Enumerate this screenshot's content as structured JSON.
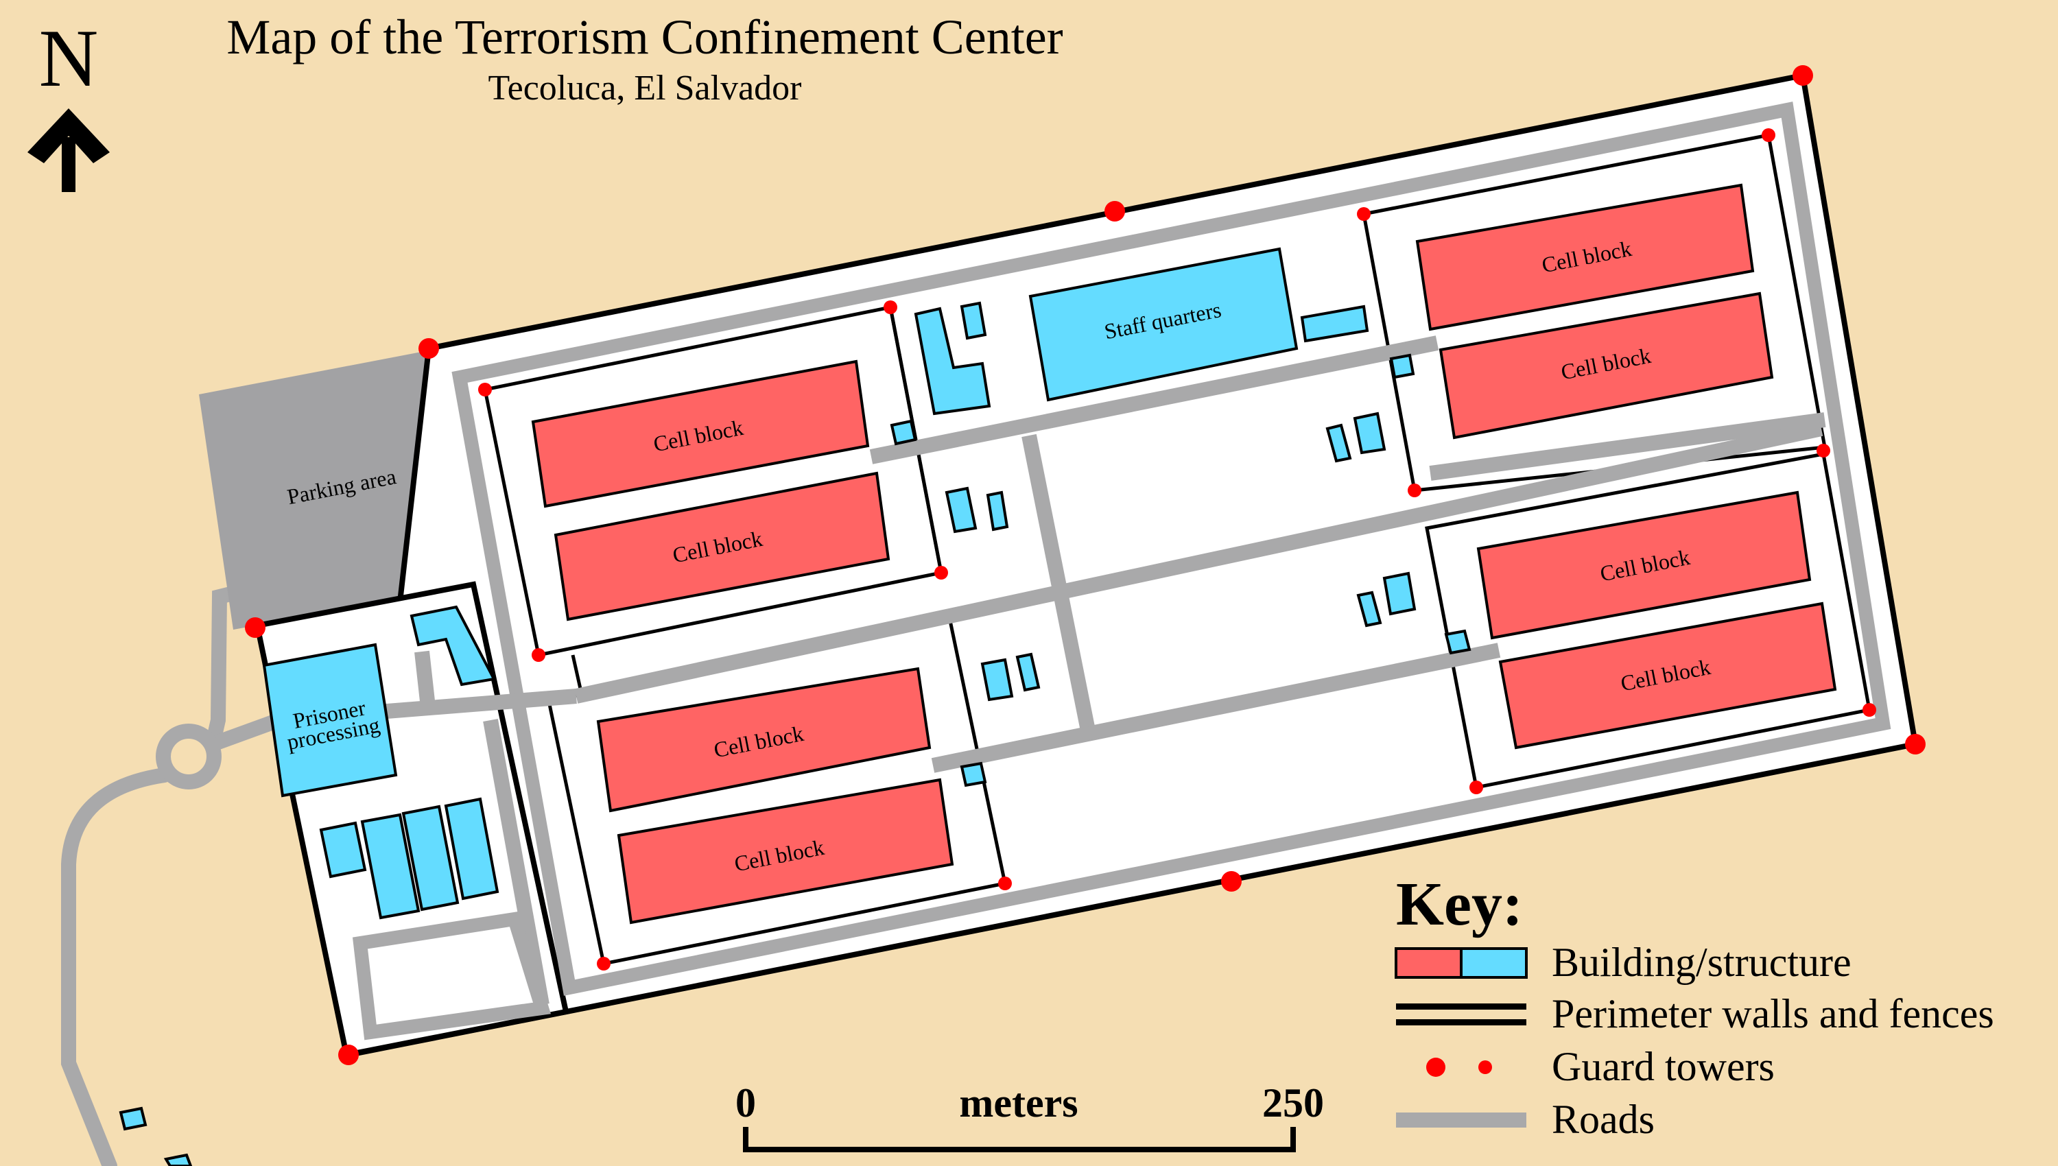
{
  "title": "Map of the Terrorism Confinement Center",
  "subtitle": "Tecoluca, El Salvador",
  "north": "N",
  "parking": "Parking area",
  "prisoner": [
    "Prisoner",
    "processing"
  ],
  "staff": "Staff quarters",
  "cell_block_label": "Cell block",
  "key": {
    "heading": "Key:",
    "building": "Building/structure",
    "walls": "Perimeter walls and fences",
    "towers": "Guard towers",
    "roads": "Roads"
  },
  "scale": {
    "zero": "0",
    "unit": "meters",
    "max": "250"
  },
  "colors": {
    "background": "#f5deb3",
    "cell_block": "#ff6464",
    "building": "#64dcff",
    "road": "#a9a9aa",
    "parking": "#a2a2a4",
    "guard_tower": "#ff0000",
    "compound": "#ffffff"
  }
}
